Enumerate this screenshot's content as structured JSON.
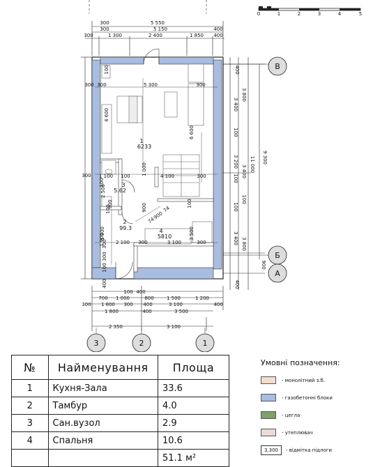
{
  "scale": {
    "ticks": [
      "0",
      "1",
      "2",
      "3",
      "4",
      "5"
    ]
  },
  "dimensions": {
    "top_total": "5 550",
    "top_r1_a": "300",
    "top_r1_b": "300",
    "top_r1_c": "400",
    "top_r2_mid": "5 150",
    "top_r3_a": "300",
    "top_r3_b": "1 300",
    "top_r3_c": "2 400",
    "top_r3_d": "1 850",
    "top_r3_e": "400",
    "bot_r1_a": "100",
    "bot_r1_b": "400",
    "bot_r2_a": "700",
    "bot_r2_b": "1 000",
    "bot_r2_c": "800",
    "bot_r2_d": "1 500",
    "bot_r2_e": "1 200",
    "bot_r3_a": "300",
    "bot_r3_b": "1 800",
    "bot_r3_c": "300",
    "bot_r3_d": "400",
    "bot_r3_e": "3 100",
    "bot_r3_f": "400",
    "bot_r4_a": "1 800",
    "bot_r4_b": "400",
    "bot_r4_c": "3 500",
    "bot_r5_a": "2 350",
    "bot_r5_b": "3 100",
    "right_a": "400",
    "right_b": "3 800",
    "right_c": "3 400",
    "right_d": "100",
    "right_e": "3 200",
    "right_f": "100",
    "right_g": "3 800",
    "right_h": "900",
    "right_i": "400",
    "right_j": "11 000",
    "right_k": "9 300",
    "right_l": "3 400",
    "right_m": "100",
    "right_n": "3 400",
    "right_o": "100",
    "left_a": "100",
    "left_b": "300",
    "left_c": "4 600",
    "left_d": "300",
    "left_e": "100",
    "left_f": "1 900",
    "left_g": "300",
    "left_h": "100",
    "left_i": "400",
    "inner_1": "300",
    "inner_2": "5 300",
    "inner_3": "300",
    "inner_4": "6 600",
    "inner_5": "1 000",
    "inner_6": "1 100",
    "inner_7": "100",
    "inner_8": "4 100",
    "inner_9": "300",
    "inner_10": "2 500",
    "inner_11": "900",
    "inner_12": "1 900",
    "inner_13": "2 100",
    "inner_14": "300",
    "inner_15": "3 100",
    "inner_16": "3 500",
    "inner_17": "300",
    "inner_18": "300",
    "diag_a": "74",
    "diag_b": "900",
    "diag_c": "74",
    "inner_19": "100",
    "inner_20": "900",
    "inner_21": "100"
  },
  "axes": {
    "B": "В",
    "Б": "Б",
    "A": "А",
    "a3": "3",
    "a2": "2",
    "a1": "1"
  },
  "rooms": {
    "r1_num": "1",
    "r1_area": "6233",
    "r2_num": "2",
    "r2_area": "99.3",
    "r3_num": "3",
    "r3_area": "5.62",
    "r4_num": "4",
    "r4_area": "5810"
  },
  "table": {
    "headers": [
      "№",
      "Найменування",
      "Площа"
    ],
    "rows": [
      {
        "num": "1",
        "name": "Кухня-Зала",
        "area": "33.6"
      },
      {
        "num": "2",
        "name": "Тамбур",
        "area": "4.0"
      },
      {
        "num": "3",
        "name": "Сан.вузол",
        "area": "2.9"
      },
      {
        "num": "4",
        "name": "Спальня",
        "area": "10.6"
      }
    ],
    "total": "51.1 м²"
  },
  "legend": {
    "title": "Умовні позначення:",
    "items": [
      {
        "label": "- монолітний з.б.",
        "color": "#f4dccf"
      },
      {
        "label": "- газобетонні блоки",
        "color": "#a9bde0"
      },
      {
        "label": "- цегла",
        "color": "#7ea06a"
      },
      {
        "label": "- утеплювач",
        "color": "#eadbd6"
      }
    ],
    "level_box": "3,300",
    "level_label": "- відмітка підлоги"
  }
}
